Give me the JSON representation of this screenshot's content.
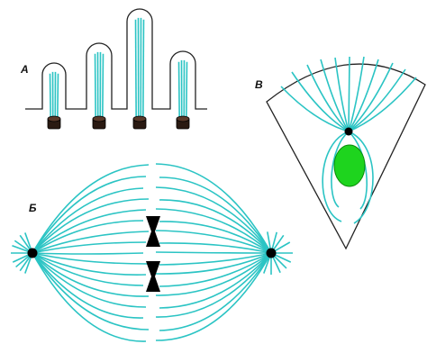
{
  "labels": {
    "a": "А",
    "b": "Б",
    "v": "В"
  },
  "colors": {
    "fiber": "#2bc4c4",
    "outline": "#222222",
    "pole": "#000000",
    "nucleus_fill": "#1ed41e",
    "nucleus_stroke": "#0a8a0a",
    "basal_body": "#2a1a12"
  },
  "panel_a": {
    "cilia_count": 4
  },
  "panel_b": {
    "chromosome_count": 2
  }
}
